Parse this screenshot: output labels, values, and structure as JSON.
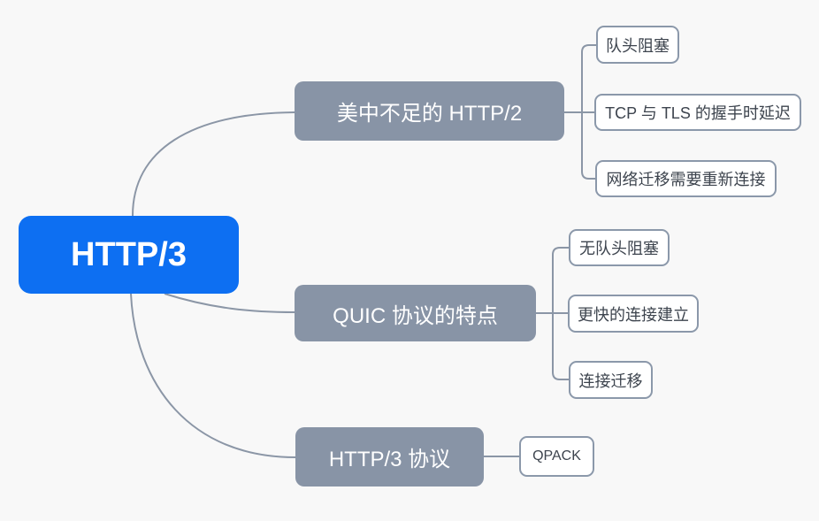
{
  "colors": {
    "bg": "#f8f8f8",
    "root_fill": "#0d6ff2",
    "branch_fill": "#8894a6",
    "leaf_border": "#8b98aa",
    "leaf_fill": "#ffffff",
    "leaf_text": "#3d444e",
    "node_text": "#ffffff",
    "line": "#8b96a6"
  },
  "mindmap": {
    "root": {
      "label": "HTTP/3"
    },
    "branches": [
      {
        "label": "美中不足的 HTTP/2",
        "children": [
          {
            "label": "队头阻塞"
          },
          {
            "label": "TCP 与 TLS 的握手时延迟"
          },
          {
            "label": "网络迁移需要重新连接"
          }
        ]
      },
      {
        "label": "QUIC 协议的特点",
        "children": [
          {
            "label": "无队头阻塞"
          },
          {
            "label": "更快的连接建立"
          },
          {
            "label": "连接迁移"
          }
        ]
      },
      {
        "label": "HTTP/3 协议",
        "children": [
          {
            "label": "QPACK"
          }
        ]
      }
    ]
  }
}
